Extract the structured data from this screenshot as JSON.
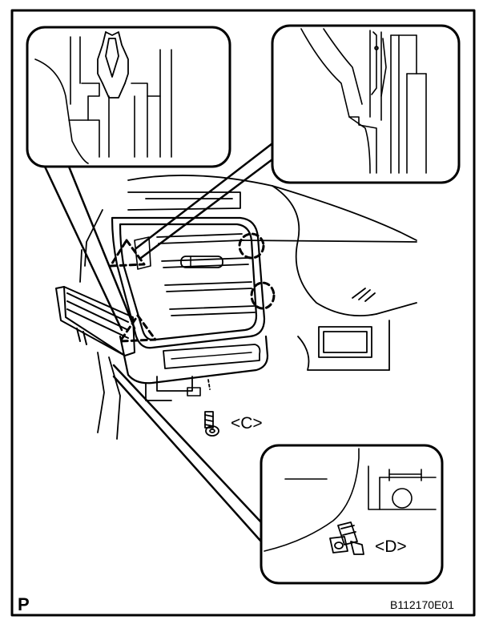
{
  "labels": {
    "fastener_c": "<C>",
    "fastener_d": "<D>"
  },
  "corner_letter": "P",
  "figure_code": "B112170E01",
  "colors": {
    "line": "#000000",
    "background": "#ffffff"
  }
}
